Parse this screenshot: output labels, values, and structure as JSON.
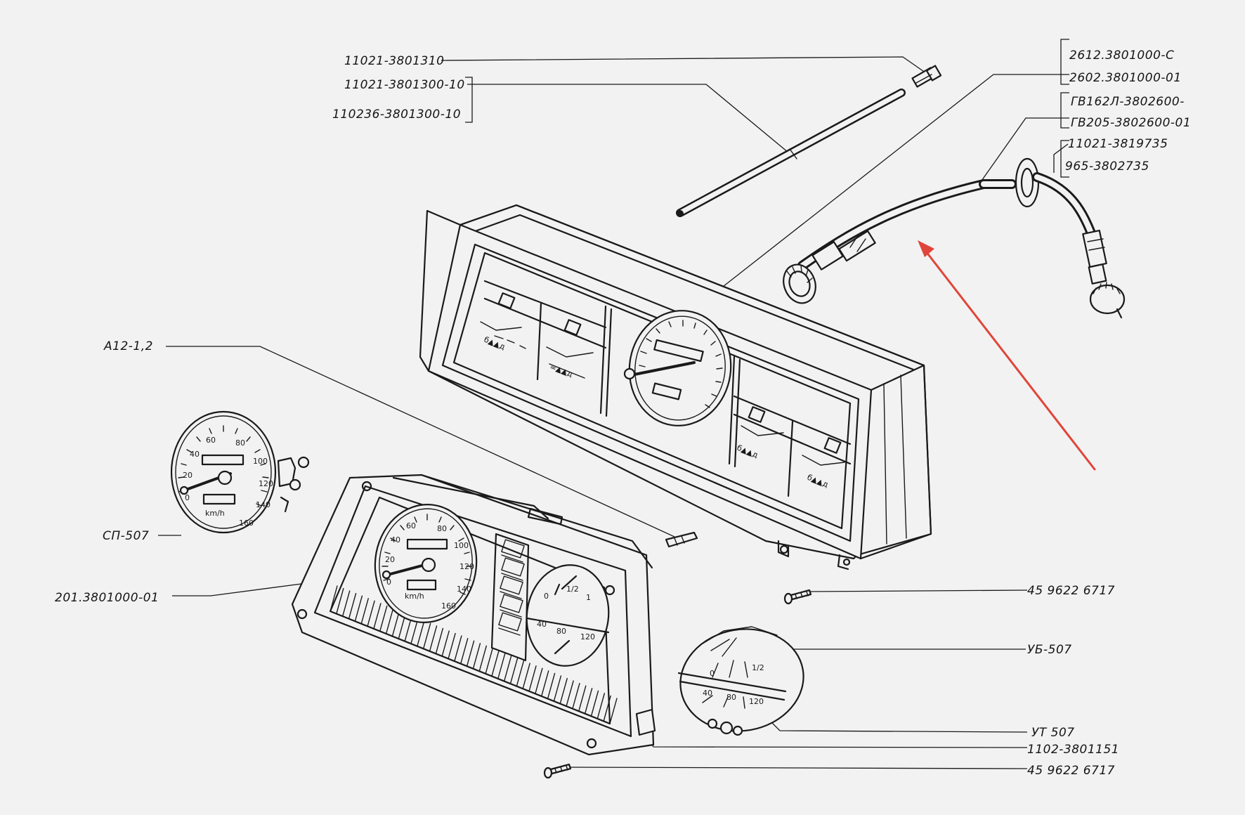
{
  "labels": {
    "speedo_sensor": "11021-3801310",
    "tube_1": "11021-3801300-10",
    "tube_2": "110236-3801300-10",
    "panel_1": "2612.3801000-C",
    "panel_2": "2602.3801000-01",
    "cable_1": "ГВ162Л-3802600-",
    "cable_2": "ГВ205-3802600-01",
    "grommet_1": "11021-3819735",
    "grommet_2": "965-3802735",
    "lamp": "A12-1,2",
    "speedometer": "СП-507",
    "cluster": "201.3801000-01",
    "screw_top": "45 9622 6717",
    "fuel_gauge": "УБ-507",
    "temp_gauge": "УТ 507",
    "bracket": "1102-3801151",
    "screw_bottom": "45 9622 6717"
  },
  "gauge_text": {
    "speed_ticks": [
      "20",
      "40",
      "60",
      "80",
      "100",
      "120",
      "140",
      "160"
    ],
    "speed_zero": "0",
    "unit": "km/h",
    "fuel_marks": [
      "0",
      "1/2",
      "1"
    ],
    "temp_marks": [
      "40",
      "80",
      "120"
    ]
  },
  "colors": {
    "background": "#f2f2f2",
    "ink": "#1a1a1a",
    "arrow": "#e0453a"
  }
}
